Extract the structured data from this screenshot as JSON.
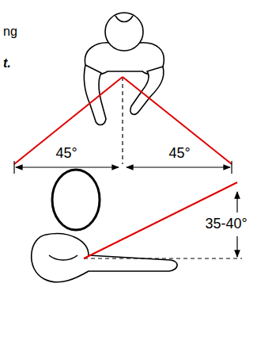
{
  "diagram": {
    "labels": [
      "ng",
      "t.",
      "45°",
      "45°",
      "35-40°"
    ]
  }
}
